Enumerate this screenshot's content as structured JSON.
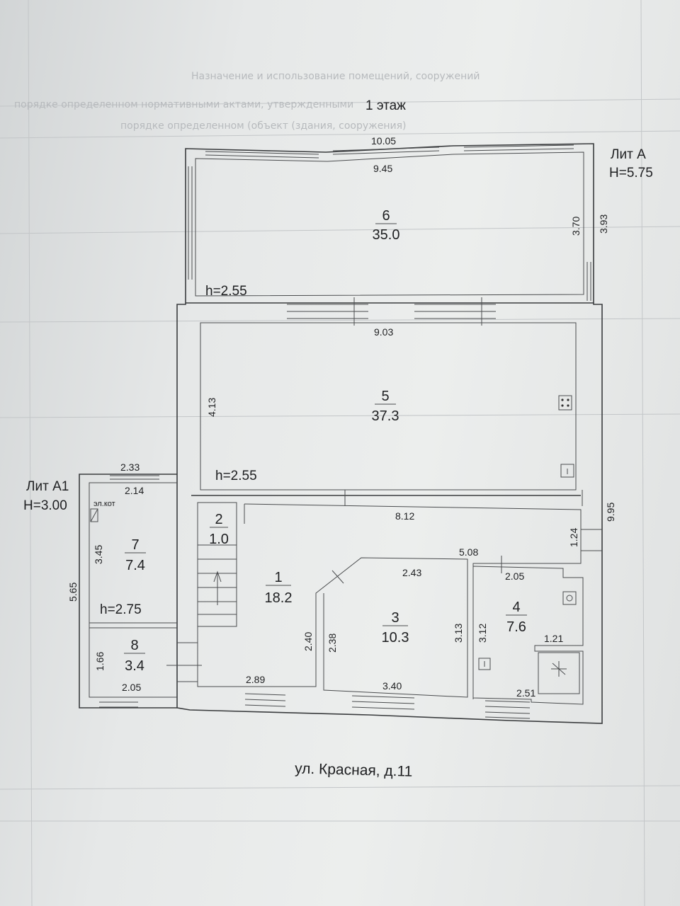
{
  "title": "1 этаж",
  "address": "ул. Красная, д.11",
  "lit_a": {
    "name": "Лит А",
    "height": "H=5.75"
  },
  "lit_a1": {
    "name": "Лит А1",
    "height": "H=3.00"
  },
  "boiler_label": "эл.кот",
  "ceiling_heights": {
    "main_top": "h=2.55",
    "main_middle": "h=2.55",
    "annex": "h=2.75"
  },
  "rooms": [
    {
      "number": "1",
      "area": "18.2"
    },
    {
      "number": "2",
      "area": "1.0"
    },
    {
      "number": "3",
      "area": "10.3"
    },
    {
      "number": "4",
      "area": "7.6"
    },
    {
      "number": "5",
      "area": "37.3"
    },
    {
      "number": "6",
      "area": "35.0"
    },
    {
      "number": "7",
      "area": "7.4"
    },
    {
      "number": "8",
      "area": "3.4"
    }
  ],
  "dimensions": {
    "top_outer": "10.05",
    "room6_width": "9.45",
    "room6_depth": "3.70",
    "right_top_outer": "3.93",
    "room5_width": "9.03",
    "room5_depth": "4.13",
    "right_overall": "9.95",
    "corridor_width": "8.12",
    "corridor_depth": "1.24",
    "rooms34_width": "5.08",
    "room3_top": "2.43",
    "room3_bottom": "3.40",
    "room3_right": "3.13",
    "room3_left": "2.38",
    "room1_right": "2.40",
    "room1_bottom": "2.89",
    "room4_top": "2.05",
    "room4_right": "1.21",
    "room4_depth": "3.12",
    "room4_bottom": "2.51",
    "annex_outer_top": "2.33",
    "annex_inner_top": "2.14",
    "room7_depth": "3.45",
    "annex_outer_left": "5.65",
    "room8_depth": "1.66",
    "room8_width": "2.05"
  },
  "background_text": [
    "Назначение и использование помещений, сооружений",
    "порядке определенном нормативными актами, утвержденными",
    "порядке определенном (объект (здания, сооружения)"
  ]
}
